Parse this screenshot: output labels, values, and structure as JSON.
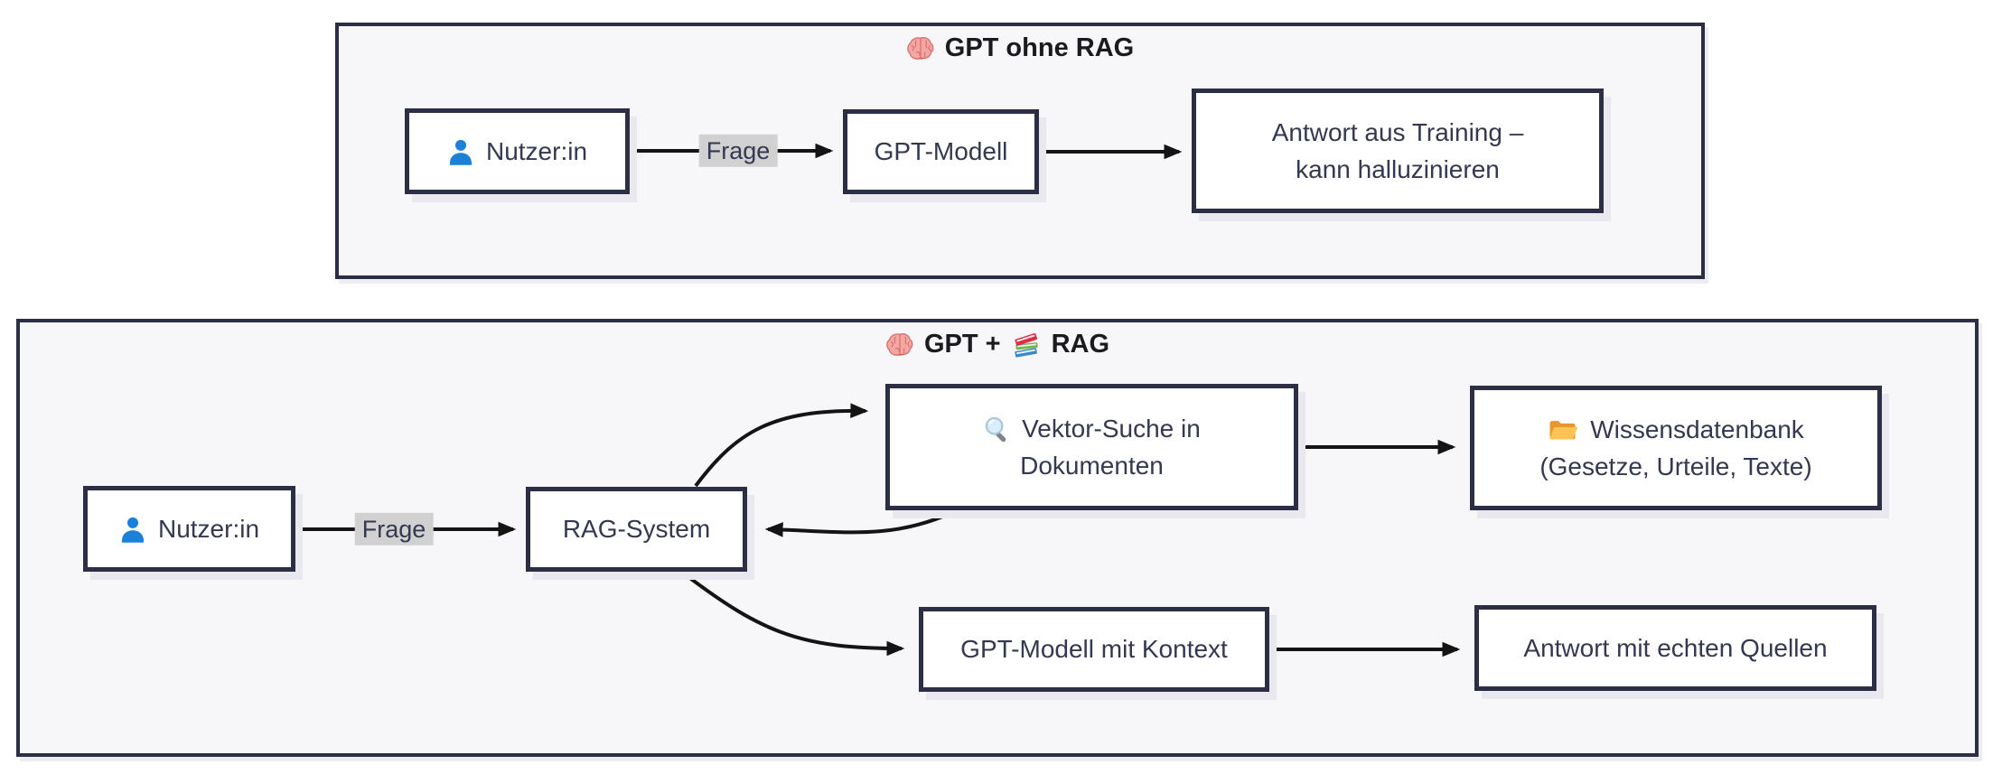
{
  "colors": {
    "node_border": "#2b2e45",
    "node_fill": "#ffffff",
    "cluster_fill": "#f7f7fa",
    "node_text": "#343850",
    "title_text": "#1a1a1f",
    "edge": "#141414",
    "edge_label_bg": "#d1d1d1",
    "person_blue": "#1b80d8",
    "brain_pink": "#f4a6a3",
    "folder_back_orange": "#e9962e",
    "folder_front_yellow": "#fbc455",
    "lens_blue": "#d9eefb",
    "book_red": "#dd2e44",
    "book_green": "#77b255",
    "book_blue": "#3b88c3"
  },
  "top_diagram": {
    "title": "GPT ohne RAG",
    "title_icon": "brain-icon",
    "nodes": {
      "user": {
        "icon": "person-icon",
        "label": "Nutzer:in"
      },
      "gpt_model": {
        "label": "GPT-Modell"
      },
      "answer": {
        "line1": "Antwort aus Training –",
        "line2": "kann halluzinieren"
      }
    },
    "edge_labels": {
      "frage": "Frage"
    }
  },
  "bottom_diagram": {
    "title": {
      "icon1": "brain-icon",
      "part1": "GPT +",
      "icon2": "books-icon",
      "part2": "RAG"
    },
    "nodes": {
      "user": {
        "icon": "person-icon",
        "label": "Nutzer:in"
      },
      "rag_system": {
        "label": "RAG-System"
      },
      "vector_search": {
        "icon": "magnifier-icon",
        "line1": "Vektor-Suche in",
        "line2": "Dokumenten"
      },
      "knowledge_base": {
        "icon": "open-folder-icon",
        "line1": "Wissensdatenbank",
        "line2": "(Gesetze, Urteile, Texte)"
      },
      "gpt_context": {
        "label": "GPT-Modell mit Kontext"
      },
      "answer": {
        "label": "Antwort mit echten Quellen"
      }
    },
    "edge_labels": {
      "frage": "Frage"
    }
  }
}
